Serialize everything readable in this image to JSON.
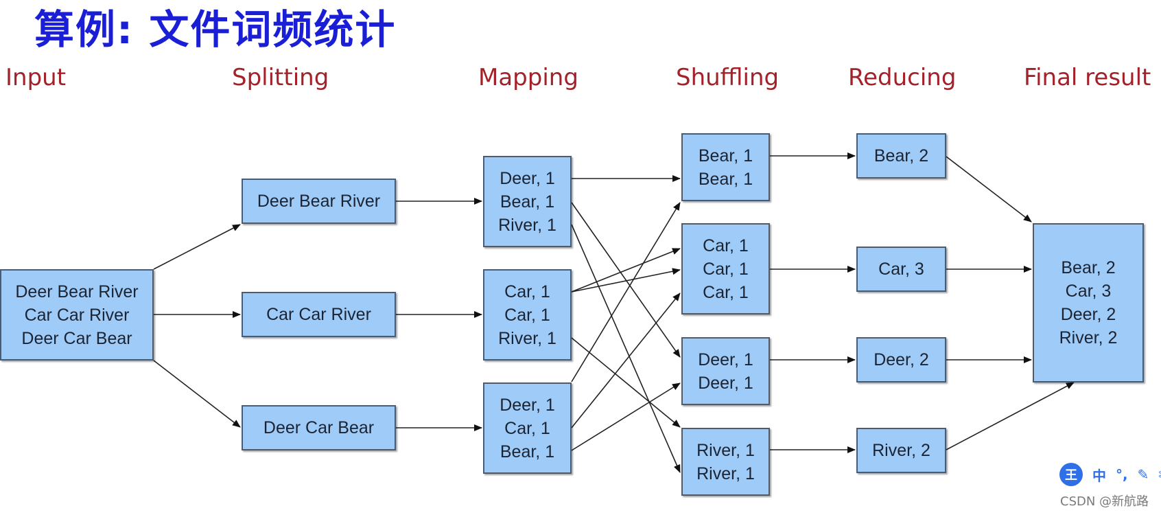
{
  "title": "算例: 文件词频统计",
  "stages": [
    "Input",
    "Splitting",
    "Mapping",
    "Shuffling",
    "Reducing",
    "Final result"
  ],
  "boxes": {
    "input": [
      "Deer Bear River",
      "Car Car River",
      "Deer Car Bear"
    ],
    "split_1": [
      "Deer Bear River"
    ],
    "split_2": [
      "Car Car River"
    ],
    "split_3": [
      "Deer Car Bear"
    ],
    "map_1": [
      "Deer, 1",
      "Bear, 1",
      "River, 1"
    ],
    "map_2": [
      "Car, 1",
      "Car, 1",
      "River, 1"
    ],
    "map_3": [
      "Deer, 1",
      "Car, 1",
      "Bear, 1"
    ],
    "shuffle_bear": [
      "Bear, 1",
      "Bear, 1"
    ],
    "shuffle_car": [
      "Car, 1",
      "Car, 1",
      "Car, 1"
    ],
    "shuffle_deer": [
      "Deer, 1",
      "Deer, 1"
    ],
    "shuffle_river": [
      "River, 1",
      "River, 1"
    ],
    "reduce_bear": [
      "Bear, 2"
    ],
    "reduce_car": [
      "Car, 3"
    ],
    "reduce_deer": [
      "Deer, 2"
    ],
    "reduce_river": [
      "River, 2"
    ],
    "final": [
      "Bear, 2",
      "Car, 3",
      "Deer, 2",
      "River, 2"
    ]
  },
  "ime_toolbar": {
    "logo": "王",
    "items": [
      "中",
      "°,",
      "✎",
      "✂"
    ]
  },
  "credit": "CSDN @新航路",
  "colors": {
    "box_fill": "#9ecbf7",
    "box_border": "#4d5b6e",
    "title": "#1a1fd6",
    "stage_label": "#a3222a"
  }
}
